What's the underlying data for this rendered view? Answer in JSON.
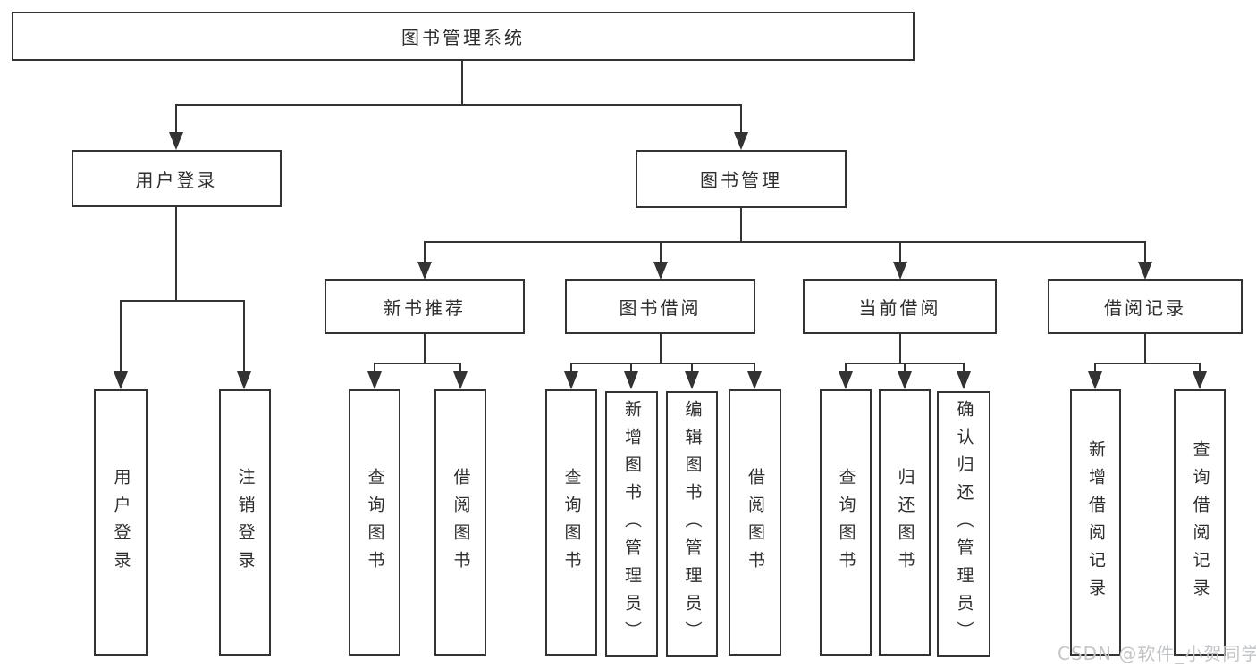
{
  "tree": {
    "root": "图书管理系统",
    "branches": [
      {
        "label": "用户登录",
        "children": [
          "用户登录",
          "注销登录"
        ]
      },
      {
        "label": "图书管理",
        "children": [
          {
            "label": "新书推荐",
            "children": [
              "查询图书",
              "借阅图书"
            ]
          },
          {
            "label": "图书借阅",
            "children": [
              "查询图书",
              "新增图书（管理员）",
              "编辑图书（管理员）",
              "借阅图书"
            ]
          },
          {
            "label": "当前借阅",
            "children": [
              "查询图书",
              "归还图书",
              "确认归还（管理员）"
            ]
          },
          {
            "label": "借阅记录",
            "children": [
              "新增借阅记录",
              "查询借阅记录"
            ]
          }
        ]
      }
    ]
  },
  "watermark": {
    "text": "CSDN @软件_小贺同学"
  }
}
